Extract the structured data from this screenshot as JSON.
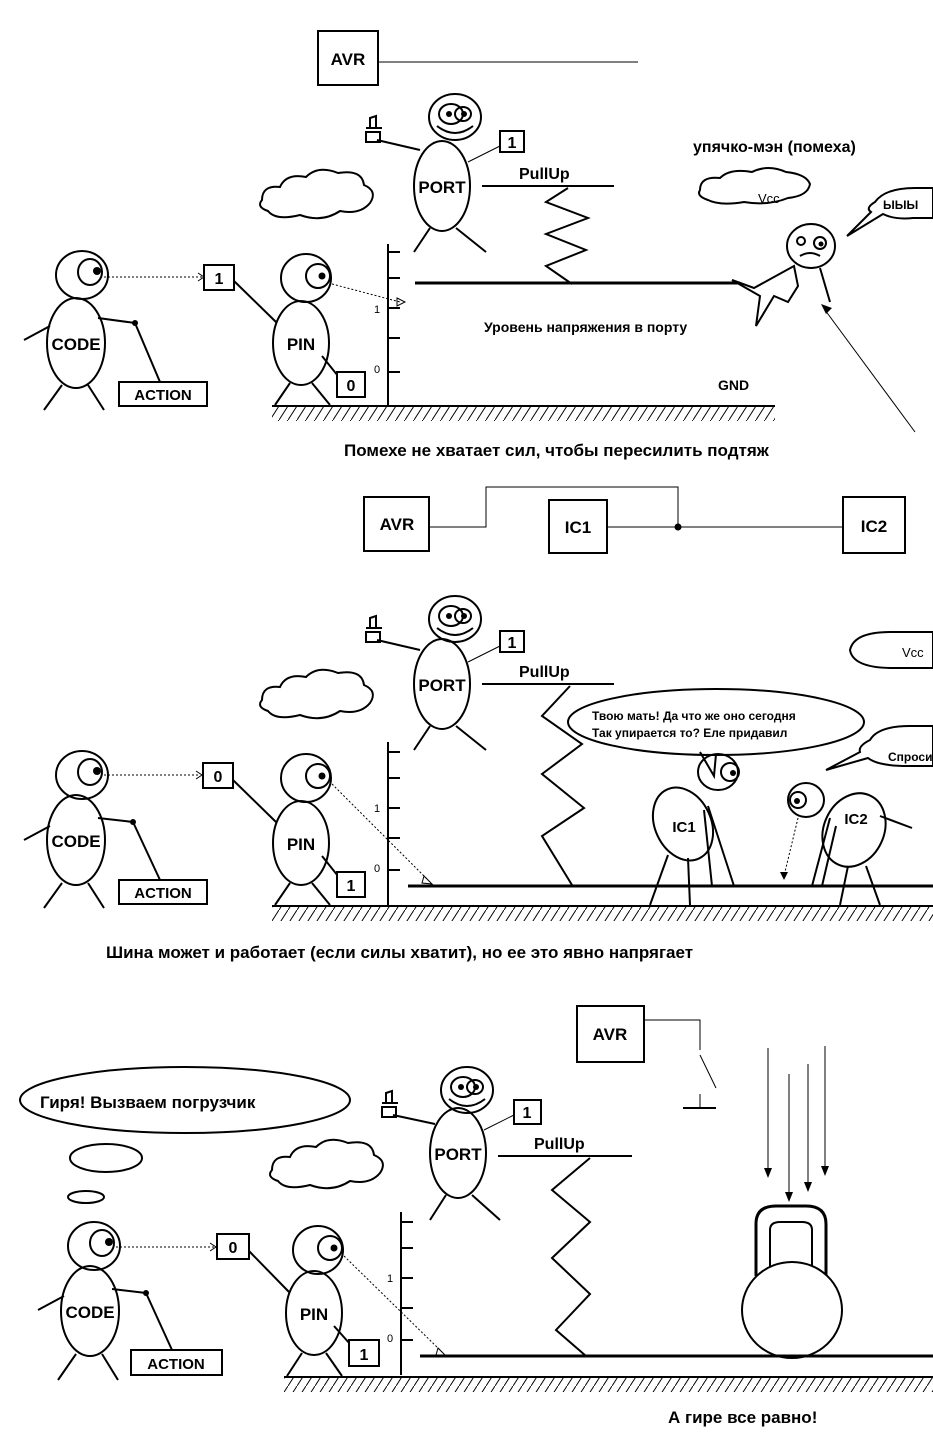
{
  "panel1": {
    "avr": "AVR",
    "port": "PORT",
    "port_value": "1",
    "pullup": "PullUp",
    "noise_man": "упячко-мэн (помеха)",
    "vcc": "Vcc",
    "speech": "ЫЫЫ",
    "code": "CODE",
    "code_value": "1",
    "action": "ACTION",
    "pin": "PIN",
    "pin_value": "0",
    "tick_1": "1",
    "tick_0": "0",
    "level_label": "Уровень напряжения в порту",
    "gnd": "GND",
    "caption": "Помехе не хватает сил, чтобы пересилить подтяж"
  },
  "bus": {
    "avr": "AVR",
    "ic1": "IC1",
    "ic2": "IC2"
  },
  "panel2": {
    "port": "PORT",
    "port_value": "1",
    "pullup": "PullUp",
    "vcc": "Vcc",
    "speech_line1": "Твою мать! Да что же оно сегодня",
    "speech_line2": "Так упирается то? Еле придавил",
    "speech2": "Спроси",
    "code": "CODE",
    "code_value": "0",
    "action": "ACTION",
    "pin": "PIN",
    "pin_value": "1",
    "tick_1": "1",
    "tick_0": "0",
    "ic1": "IC1",
    "ic2": "IC2",
    "caption": "Шина может и работает (если силы хватит), но ее это явно напрягает"
  },
  "panel3": {
    "avr": "AVR",
    "thought": "Гиря! Вызваем погрузчик",
    "port": "PORT",
    "port_value": "1",
    "pullup": "PullUp",
    "code": "CODE",
    "code_value": "0",
    "action": "ACTION",
    "pin": "PIN",
    "pin_value": "1",
    "tick_1": "1",
    "tick_0": "0",
    "caption": "А гире все равно!"
  }
}
